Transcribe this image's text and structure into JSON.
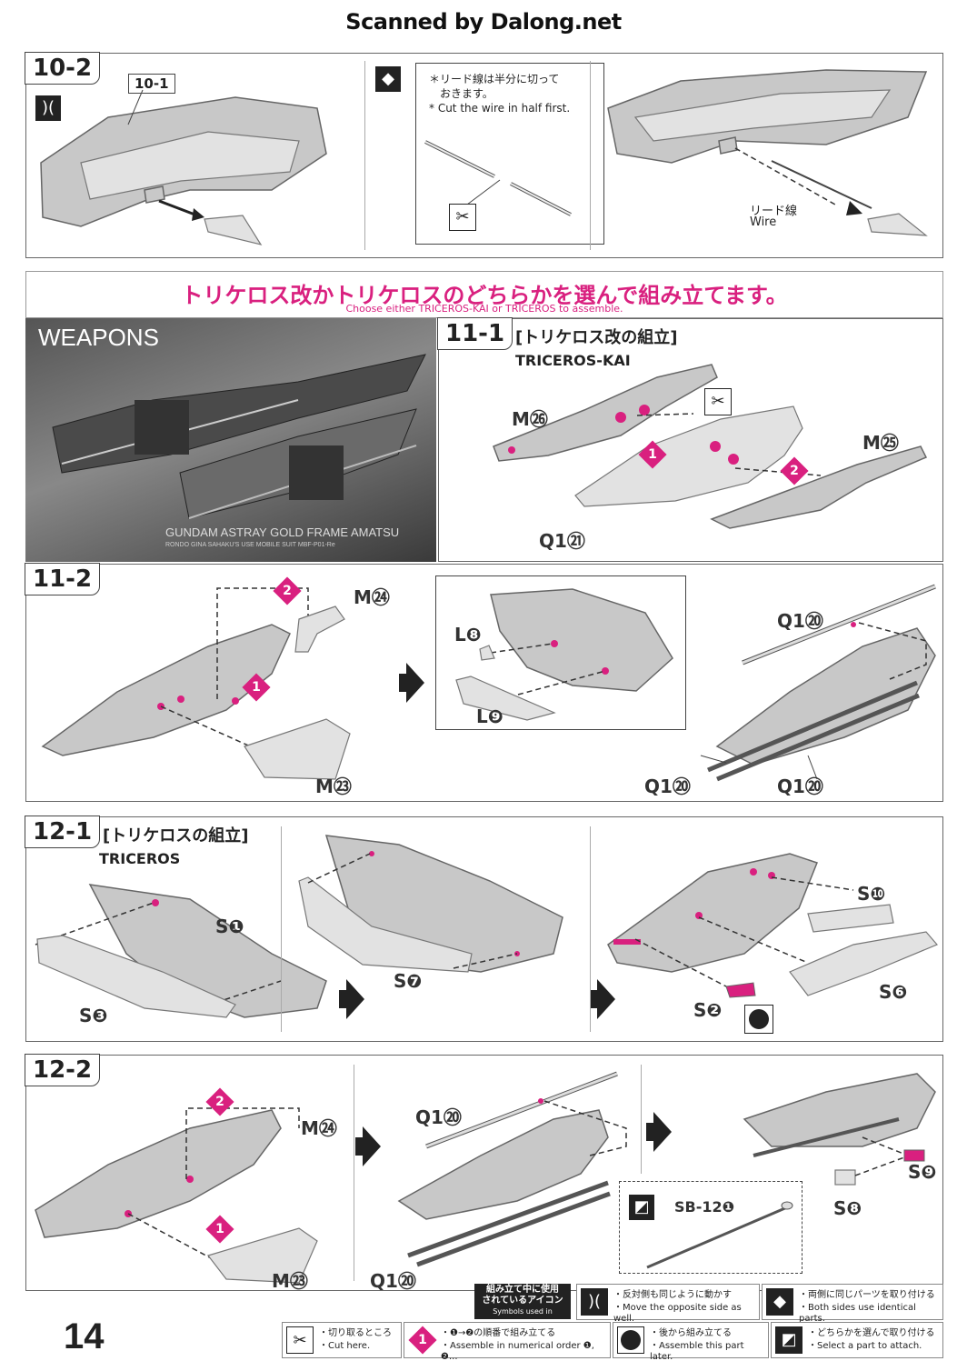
{
  "scan_credit": "Scanned by Dalong.net",
  "step_10_2": {
    "label": "10-2",
    "ref": "10-1",
    "note_ja_1": "＊リード線は半分に切って",
    "note_ja_2": "おきます。",
    "note_en": "* Cut the wire in half first.",
    "wire_ja": "リード線",
    "wire_en": "Wire"
  },
  "choose": {
    "title_ja": "トリケロス改かトリケロスのどちらかを選んで組み立てます。",
    "title_en": "Choose either TRICEROS-KAI or TRICEROS to assemble."
  },
  "weapons": {
    "title": "WEAPONS",
    "caption_1": "GUNDAM ASTRAY GOLD FRAME AMATSU",
    "caption_2": "RONDO GINA SAHAKU'S USE MOBILE SUIT MBF-P01-Re"
  },
  "step_11_1": {
    "label": "11-1",
    "title_ja": "[トリケロス改の組立]",
    "title_en": "TRICEROS-KAI",
    "parts": [
      "M㉖",
      "M㉕",
      "Q1㉑"
    ],
    "order": [
      "1",
      "2"
    ]
  },
  "step_11_2": {
    "label": "11-2",
    "parts_left": [
      "M㉔",
      "M㉓"
    ],
    "parts_mid": [
      "L❽",
      "L❾"
    ],
    "parts_right": [
      "Q1⑳",
      "Q1⑳",
      "Q1⑳"
    ],
    "order": [
      "1",
      "2"
    ]
  },
  "step_12_1": {
    "label": "12-1",
    "title_ja": "[トリケロスの組立]",
    "title_en": "TRICEROS",
    "parts": [
      "S❶",
      "S❸",
      "S❼",
      "S❿",
      "S❻",
      "S❷"
    ]
  },
  "step_12_2": {
    "label": "12-2",
    "parts_left": [
      "M㉔",
      "M㉓"
    ],
    "parts_mid": [
      "Q1⑳",
      "Q1⑳"
    ],
    "parts_right": [
      "S❾",
      "S❽",
      "SB-12❶"
    ],
    "order": [
      "1",
      "2"
    ]
  },
  "page_number": "14",
  "legend": {
    "title_ja_1": "組み立て中に使用",
    "title_ja_2": "されているアイコン",
    "title_en": "Symbols used in instructions",
    "items": [
      {
        "ja": "・反対側も同じように動かす",
        "en": "・Move the opposite side as well."
      },
      {
        "ja": "・両側に同じパーツを取り付ける",
        "en": "・Both sides use identical parts."
      },
      {
        "ja": "・切り取るところ",
        "en": "・Cut here."
      },
      {
        "ja": "・❶→❷の順番で組み立てる",
        "en": "・Assemble in numerical order ❶, ❷..."
      },
      {
        "ja": "・後から組み立てる",
        "en": "・Assemble this part later."
      },
      {
        "ja": "・どちらかを選んで取り付ける",
        "en": "・Select a part to attach."
      }
    ]
  },
  "colors": {
    "accent": "#d9207f",
    "panel_border": "#666666",
    "part_fill": "#c8c8c8"
  }
}
